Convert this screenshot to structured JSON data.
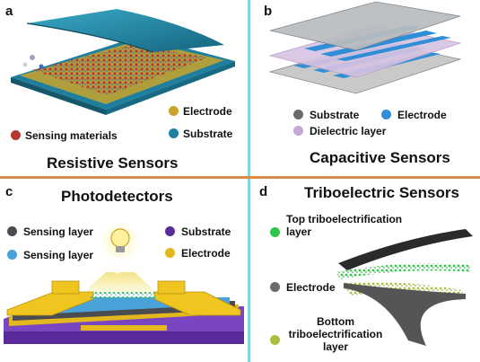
{
  "panels": {
    "a": {
      "letter": "a",
      "title": "Resistive Sensors",
      "legend": {
        "electrode": "Electrode",
        "sensing": "Sensing materials",
        "substrate": "Substrate"
      },
      "colors": {
        "electrode": "#c9a32a",
        "sensing": "#b73a32",
        "substrate": "#1f7f9e"
      }
    },
    "b": {
      "letter": "b",
      "title": "Capacitive Sensors",
      "legend": {
        "substrate": "Substrate",
        "electrode": "Electrode",
        "dielectric": "Dielectric layer"
      },
      "colors": {
        "substrate": "#6a6a6a",
        "electrode": "#2f8ed6",
        "dielectric": "#c6a6d6"
      }
    },
    "c": {
      "letter": "c",
      "title": "Photodetectors",
      "light_label": "Light",
      "legend": {
        "sensing1": "Sensing layer",
        "sensing2": "Sensing layer",
        "substrate": "Substrate",
        "electrode": "Electrode"
      },
      "colors": {
        "sensing1": "#4b4b52",
        "sensing2": "#4aa3d8",
        "substrate": "#5b2a9a",
        "electrode": "#e2b81c"
      }
    },
    "d": {
      "letter": "d",
      "title": "Triboelectric Sensors",
      "legend": {
        "top": "Top triboelectrification layer",
        "electrode": "Electrode",
        "bottom": "Bottom triboelectrification layer"
      },
      "colors": {
        "top": "#2fc44a",
        "electrode": "#6a6a6a",
        "bottom": "#aabf3c"
      }
    }
  }
}
